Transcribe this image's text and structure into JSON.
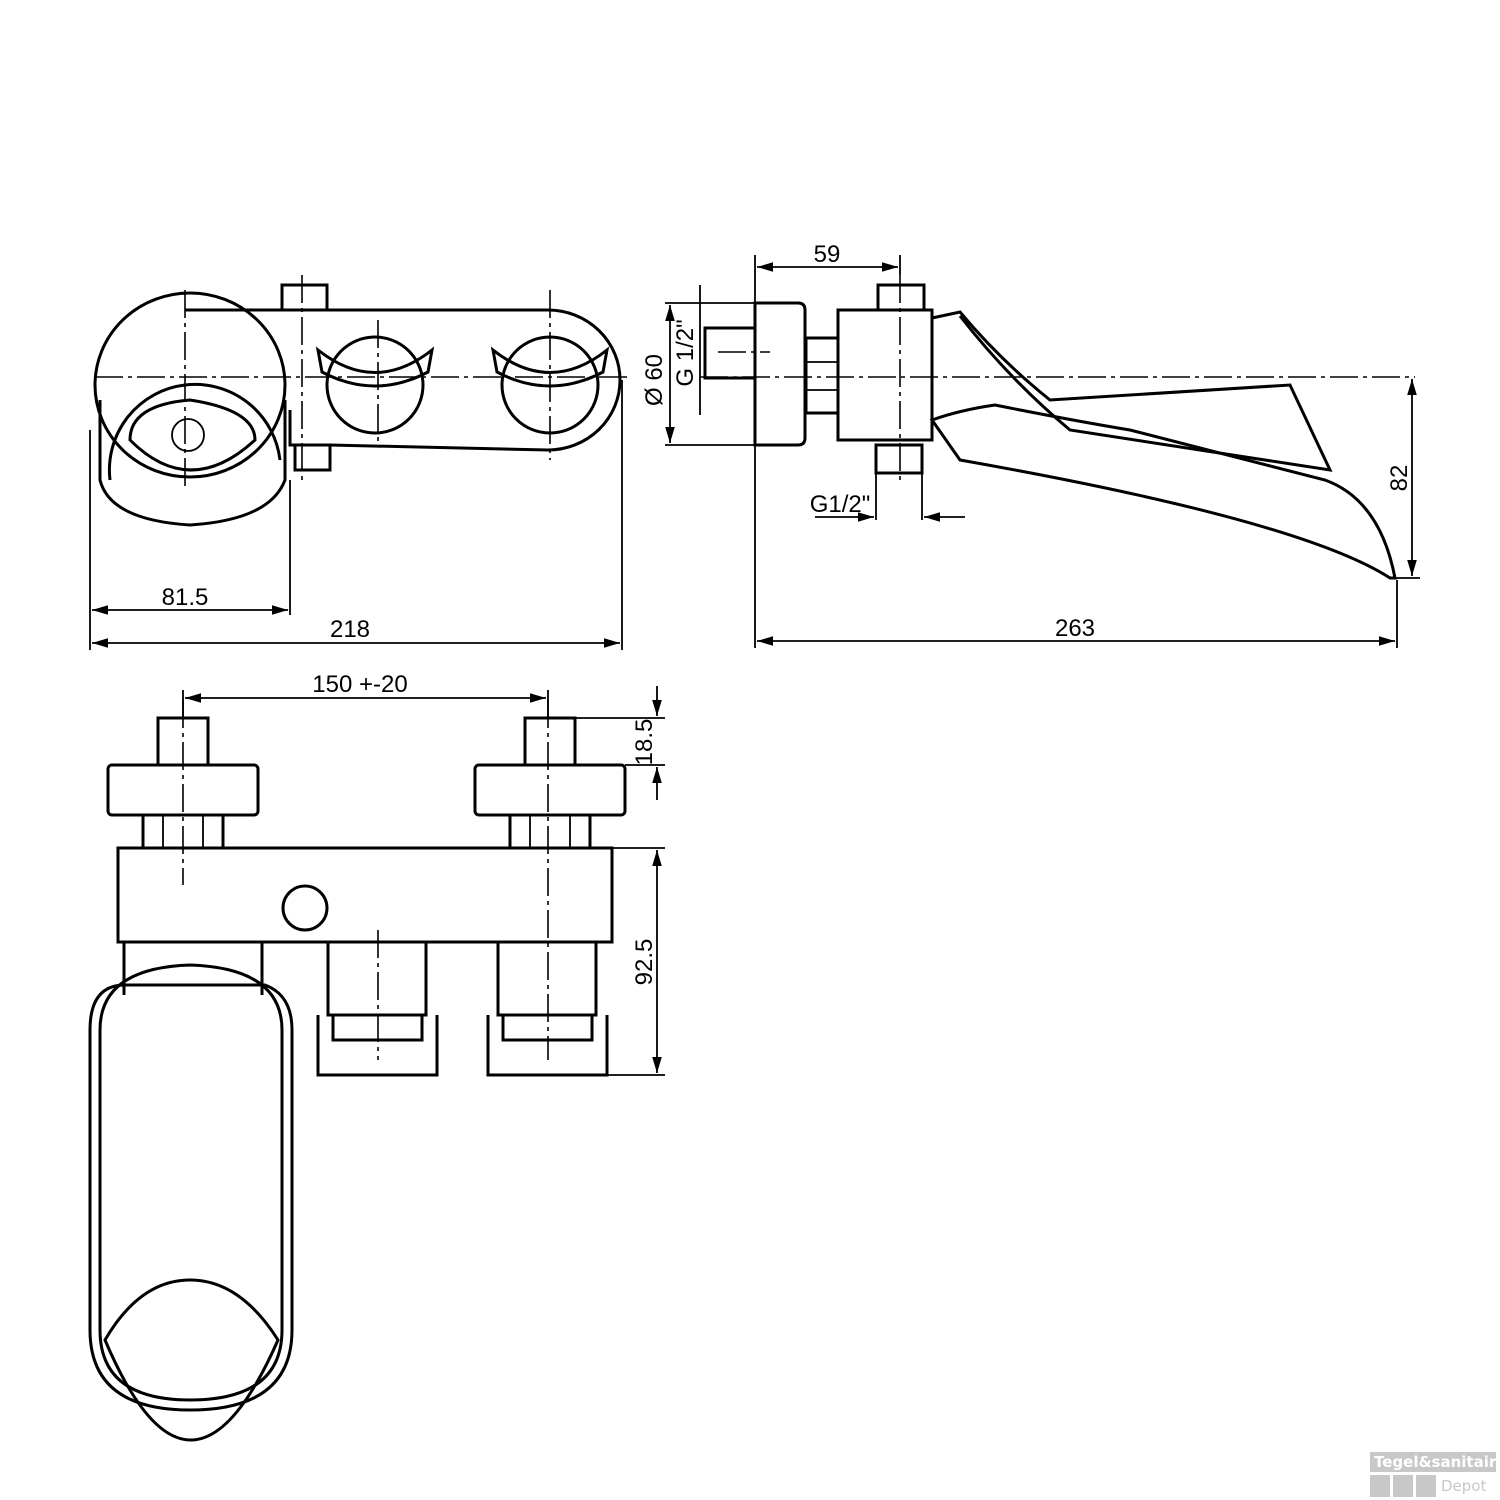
{
  "dimensions": {
    "side_flange_depth": "59",
    "side_diameter": "Ø 60",
    "side_inlet_thread": "G 1/2\"",
    "side_outlet_thread": "G1/2\"",
    "side_height": "82",
    "side_total_length": "263",
    "front_spout_width": "81.5",
    "front_total_width": "218",
    "top_inlet_spacing": "150 +-20",
    "top_connector_height": "18.5",
    "top_body_depth": "92.5"
  },
  "watermark": {
    "brand": "Tegel&sanitair",
    "sub": "Depot"
  }
}
